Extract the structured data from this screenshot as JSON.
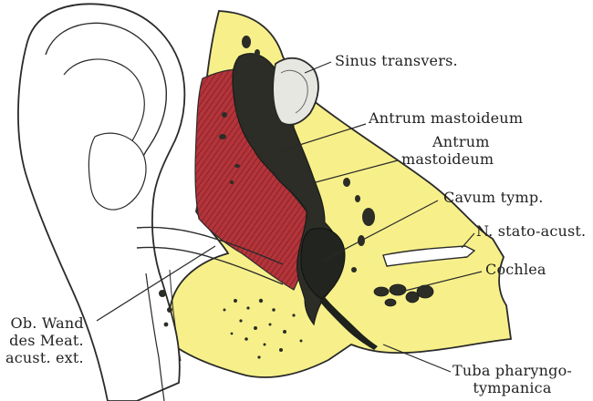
{
  "colors": {
    "bone": "#f7f08a",
    "muscle": "#b3343a",
    "cavity": "#2b2d26",
    "ink": "#2a2a2a",
    "paper": "#ffffff"
  },
  "labels": {
    "sinus": "Sinus transvers.",
    "antrum1": "Antrum mastoideum",
    "antrum2_line1": "Antrum",
    "antrum2_line2": "mastoideum",
    "cavum": "Cavum tymp.",
    "nstato": "N. stato-acust.",
    "cochlea": "Cochlea",
    "obwand_line1": "Ob. Wand",
    "obwand_line2": "des Meat.",
    "obwand_line3": "acust. ext.",
    "tuba_line1": "Tuba pharyngo-",
    "tuba_line2": "tympanica"
  }
}
